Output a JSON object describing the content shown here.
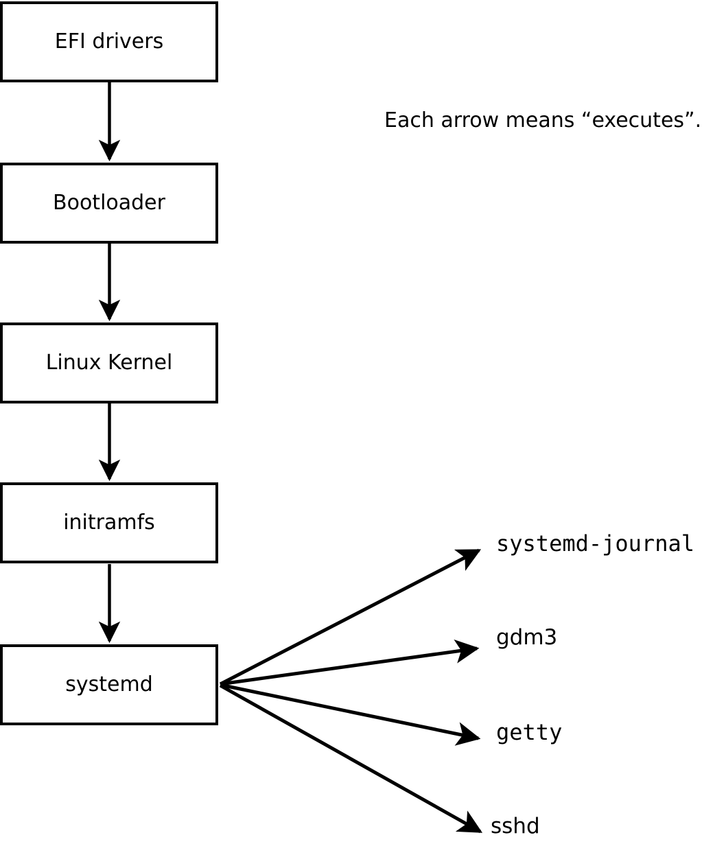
{
  "diagram": {
    "annotation": "Each arrow means “executes”.",
    "chain": [
      {
        "label": "EFI drivers"
      },
      {
        "label": "Bootloader"
      },
      {
        "label": "Linux Kernel"
      },
      {
        "label": "initramfs"
      },
      {
        "label": "systemd"
      }
    ],
    "spawned": [
      {
        "label": "systemd-journal"
      },
      {
        "label": "gdm3"
      },
      {
        "label": "getty"
      },
      {
        "label": "sshd"
      }
    ],
    "colors": {
      "line": "#000000",
      "background": "#ffffff",
      "box_fill": "#ffffff"
    }
  }
}
